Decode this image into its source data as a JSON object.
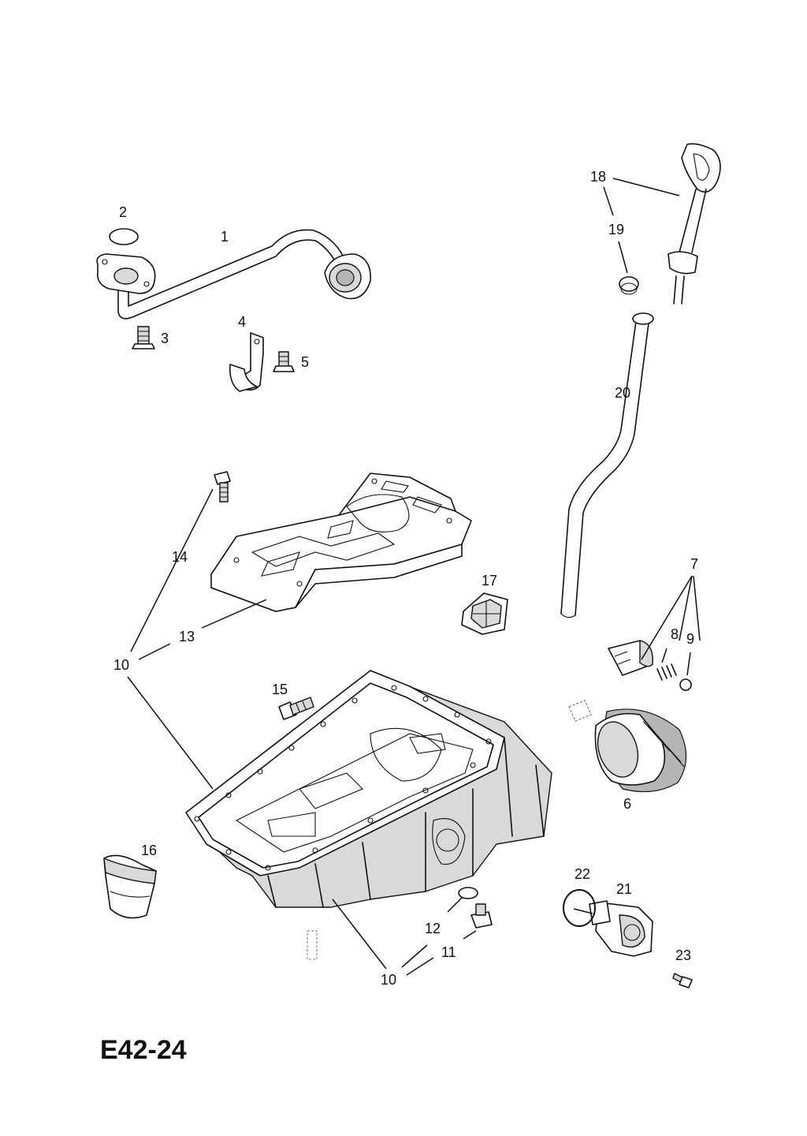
{
  "diagram": {
    "reference_code": "E42-24",
    "callouts": [
      {
        "label": "1"
      },
      {
        "label": "2"
      },
      {
        "label": "3"
      },
      {
        "label": "4"
      },
      {
        "label": "5"
      },
      {
        "label": "6"
      },
      {
        "label": "7"
      },
      {
        "label": "8"
      },
      {
        "label": "9"
      },
      {
        "label": "10"
      },
      {
        "label": "10"
      },
      {
        "label": "11"
      },
      {
        "label": "12"
      },
      {
        "label": "13"
      },
      {
        "label": "14"
      },
      {
        "label": "15"
      },
      {
        "label": "16"
      },
      {
        "label": "17"
      },
      {
        "label": "18"
      },
      {
        "label": "19"
      },
      {
        "label": "20"
      },
      {
        "label": "21"
      },
      {
        "label": "22"
      },
      {
        "label": "23"
      }
    ]
  }
}
